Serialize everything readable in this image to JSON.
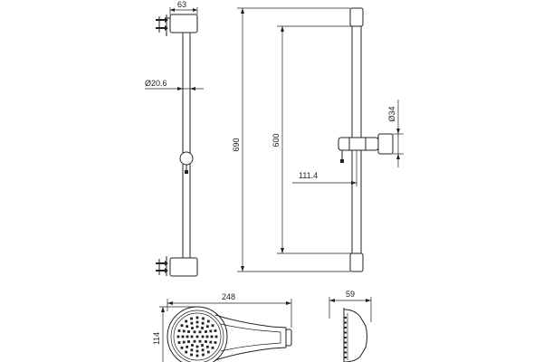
{
  "dimensions": {
    "bracket_depth": "63",
    "bar_diameter": "Ø20.6",
    "total_height": "690",
    "bar_length": "600",
    "holder_diameter": "Ø34",
    "holder_projection": "111.4",
    "handshower_length": "248",
    "handshower_width": "114",
    "handshower_depth": "59"
  },
  "colors": {
    "line": "#222222",
    "background": "#ffffff"
  }
}
